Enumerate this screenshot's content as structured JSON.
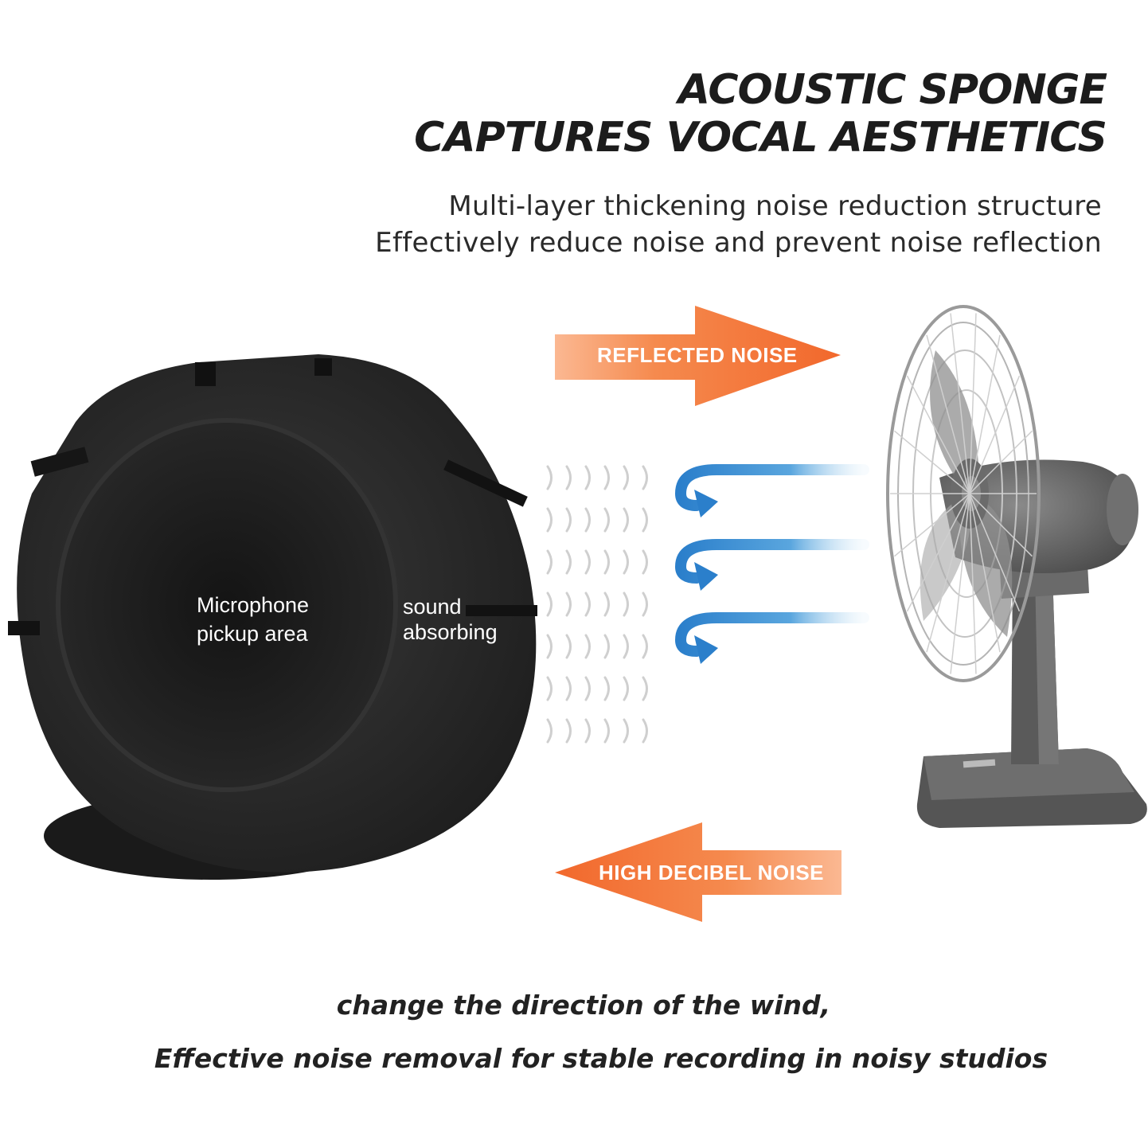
{
  "headline": {
    "line1": "ACOUSTIC SPONGE",
    "line2": "CAPTURES VOCAL AESTHETICS"
  },
  "subheadline": {
    "line1": "Multi-layer thickening noise reduction structure",
    "line2": "Effectively reduce noise and prevent noise reflection"
  },
  "arrows": {
    "top_label": "REFLECTED NOISE",
    "bottom_label": "HIGH DECIBEL NOISE"
  },
  "foam": {
    "pickup_line1": "Microphone",
    "pickup_line2": "pickup area",
    "absorb_line1": "sound",
    "absorb_line2": "absorbing"
  },
  "footer": {
    "line1": "change the direction of the wind,",
    "line2": "Effective noise removal for stable recording in noisy studios"
  },
  "colors": {
    "arrow_orange": "#f47a3c",
    "swirl_blue": "#2f86cf",
    "foam_black": "#232323"
  },
  "icons": [
    "foam-windscreen",
    "electric-fan",
    "sound-wave-icon",
    "deflect-arrow-icon"
  ]
}
